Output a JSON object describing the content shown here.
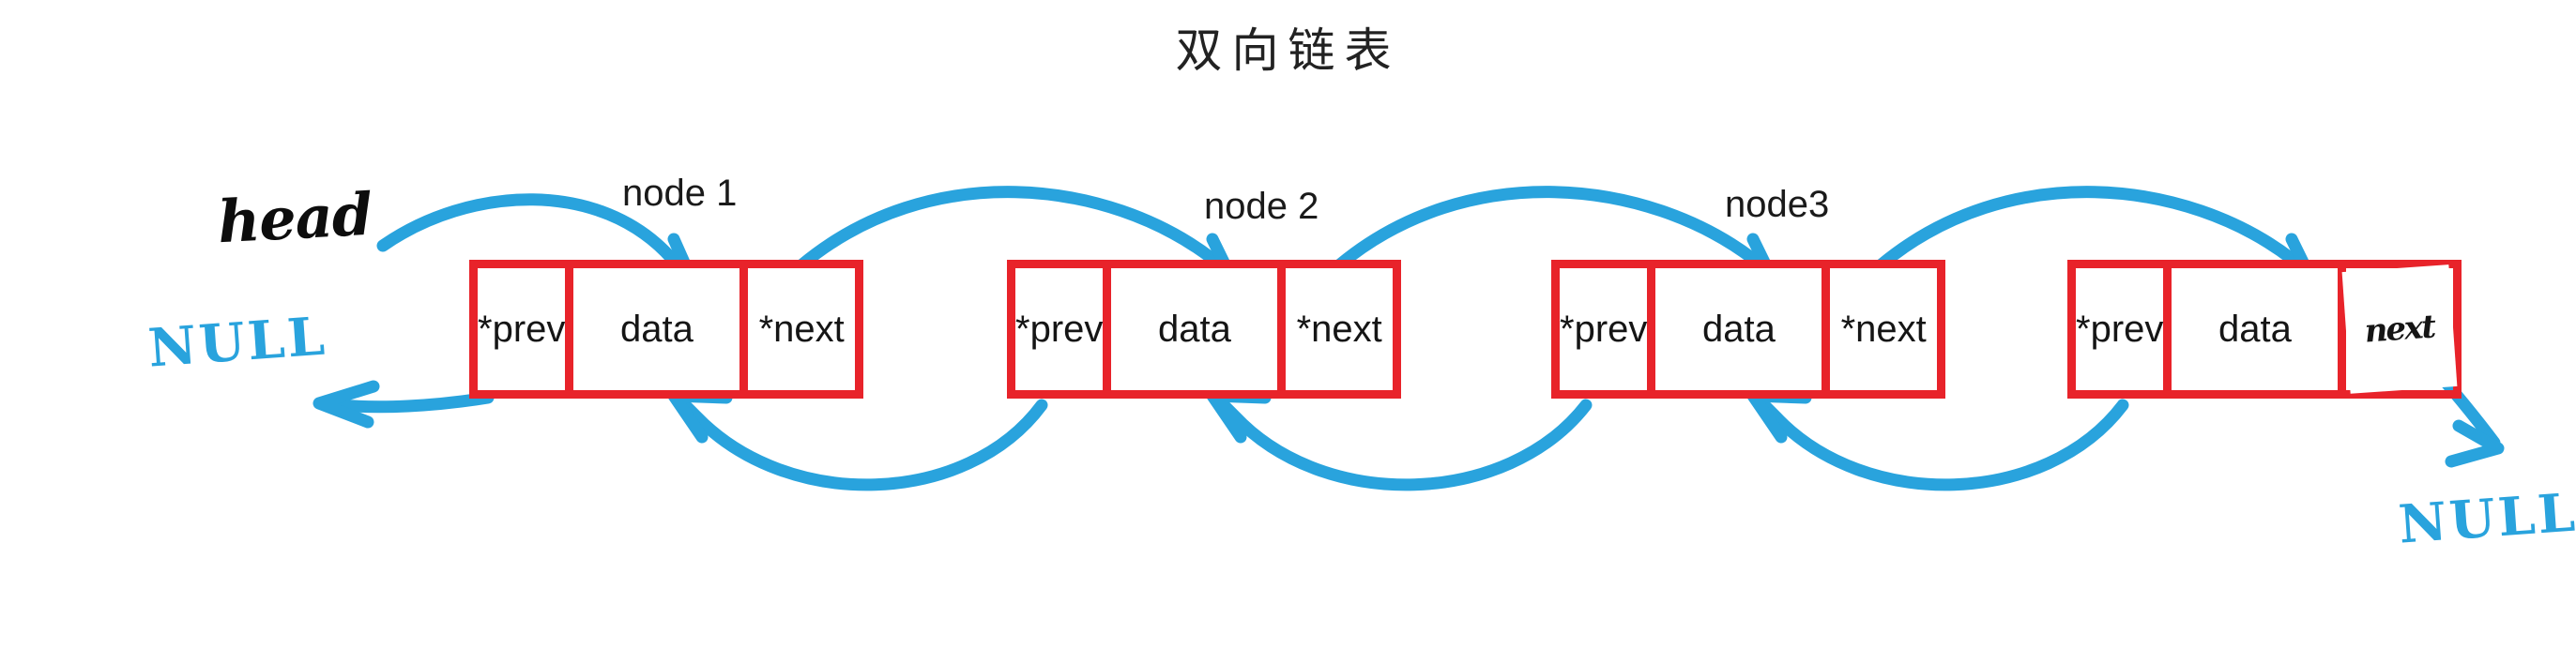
{
  "title": "双向链表",
  "colors": {
    "node_border": "#e8232a",
    "arrow": "#29a3dd",
    "ink_black": "#0d0d0d",
    "background": "#ffffff"
  },
  "annotations": {
    "head": "head",
    "null_left": "NULL",
    "null_right": "NULL"
  },
  "nodes": [
    {
      "label": "node 1",
      "cells": {
        "prev": "*prev",
        "data": "data",
        "next": "*next"
      },
      "next_handwritten": false
    },
    {
      "label": "node 2",
      "cells": {
        "prev": "*prev",
        "data": "data",
        "next": "*next"
      },
      "next_handwritten": false
    },
    {
      "label": "node3",
      "cells": {
        "prev": "*prev",
        "data": "data",
        "next": "*next"
      },
      "next_handwritten": false
    },
    {
      "label": "",
      "cells": {
        "prev": "*prev",
        "data": "data",
        "next": "next"
      },
      "next_handwritten": true
    }
  ]
}
